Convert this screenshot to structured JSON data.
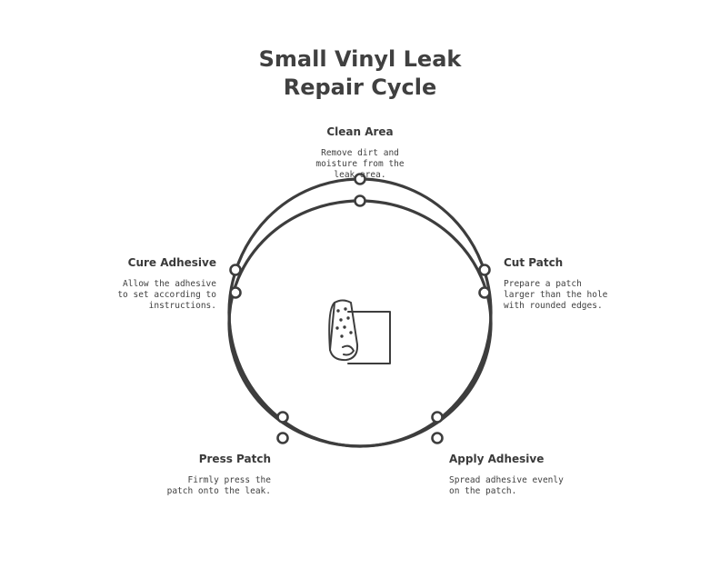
{
  "title_lines": [
    "Small Vinyl Leak",
    "Repair Cycle"
  ],
  "steps": [
    {
      "title": "Clean Area",
      "desc": [
        "Remove dirt and",
        "moisture from the",
        "leak area."
      ]
    },
    {
      "title": "Cut Patch",
      "desc": [
        "Prepare a patch",
        "larger than the hole",
        "with rounded edges."
      ]
    },
    {
      "title": "Apply Adhesive",
      "desc": [
        "Spread adhesive evenly",
        "on the patch."
      ]
    },
    {
      "title": "Press Patch",
      "desc": [
        "Firmly press the",
        "patch onto the leak."
      ]
    },
    {
      "title": "Cure Adhesive",
      "desc": [
        "Allow the adhesive",
        "to set according to",
        "instructions."
      ]
    }
  ],
  "center_icon": "vinyl-patch-roll-icon",
  "colors": {
    "stroke": "#3d3d3d",
    "text": "#3a3a3a",
    "background": "#ffffff"
  }
}
